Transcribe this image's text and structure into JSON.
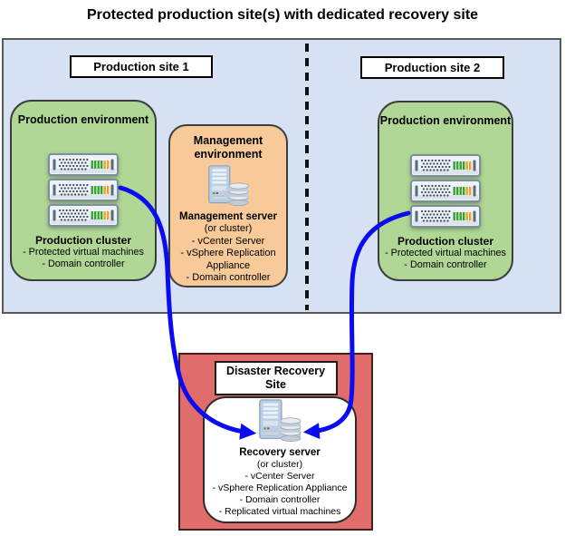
{
  "title": "Protected production site(s) with dedicated recovery site",
  "site1": {
    "label": "Production site 1",
    "production_env": {
      "title": "Production environment",
      "cluster_title": "Production cluster",
      "items": [
        "- Protected virtual machines",
        "- Domain controller"
      ]
    },
    "management_env": {
      "title": "Management environment",
      "server_title": "Management server",
      "server_subtitle": "(or cluster)",
      "items": [
        "- vCenter Server",
        "- vSphere Replication Appliance",
        "- Domain controller"
      ]
    }
  },
  "site2": {
    "label": "Production site 2",
    "production_env": {
      "title": "Production environment",
      "cluster_title": "Production cluster",
      "items": [
        "- Protected virtual machines",
        "- Domain controller"
      ]
    }
  },
  "recovery": {
    "label": "Disaster Recovery Site",
    "server_title": "Recovery server",
    "server_subtitle": "(or cluster)",
    "items": [
      "- vCenter Server",
      "- vSphere Replication Appliance",
      "- Domain controller",
      "- Replicated virtual machines"
    ]
  },
  "icons": {
    "rack": "rack-server-icon",
    "tower": "tower-server-with-storage-icon",
    "arrows": "replication-arrow"
  },
  "colors": {
    "site_background": "#d6e2f4",
    "environment_green": "#b0d795",
    "management_orange": "#f8ca9a",
    "recovery_red": "#e06d6b",
    "label_white": "#ffffff",
    "arrow_blue": "#0b0bf2"
  }
}
